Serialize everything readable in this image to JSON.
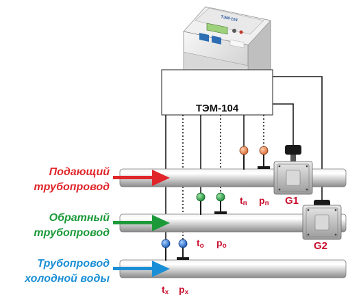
{
  "device": {
    "name": "ТЭМ-104",
    "brand": "ТЭМ-104"
  },
  "pipes": {
    "supply": {
      "label_line1": "Подающий",
      "label_line2": "трубопровод",
      "color": "#e0262b"
    },
    "return": {
      "label_line1": "Обратный",
      "label_line2": "трубопровод",
      "color": "#1c9a3a"
    },
    "cold": {
      "label_line1": "Трубопровод",
      "label_line2": "холодной воды",
      "color": "#1b8fd6"
    }
  },
  "sensors": {
    "t_supply": {
      "main": "t",
      "sub": "п"
    },
    "p_supply": {
      "main": "p",
      "sub": "п"
    },
    "t_return": {
      "main": "t",
      "sub": "о"
    },
    "p_return": {
      "main": "p",
      "sub": "о"
    },
    "t_cold": {
      "main": "t",
      "sub": "х"
    },
    "p_cold": {
      "main": "p",
      "sub": "х"
    }
  },
  "flowmeters": {
    "g1": "G1",
    "g2": "G2"
  },
  "colors": {
    "sensor_label": "#c8102e",
    "supply_sensor": "#e0703a",
    "return_sensor": "#1f9a3c",
    "cold_sensor": "#1f6fc8"
  }
}
